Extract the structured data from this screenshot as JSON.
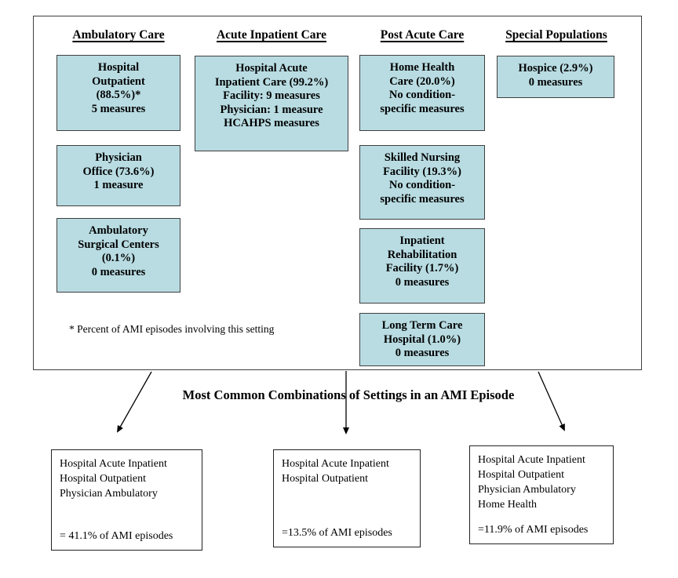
{
  "figure": {
    "panel": {
      "columns": [
        {
          "title": "Ambulatory Care",
          "boxes": [
            {
              "lines": [
                "Hospital",
                "Outpatient",
                "(88.5%)*",
                "5 measures"
              ]
            },
            {
              "lines": [
                "Physician",
                "Office (73.6%)",
                "1 measure"
              ]
            },
            {
              "lines": [
                "Ambulatory",
                "Surgical Centers",
                "(0.1%)",
                "0 measures"
              ]
            }
          ]
        },
        {
          "title": "Acute Inpatient Care",
          "boxes": [
            {
              "lines": [
                "Hospital Acute",
                "Inpatient Care (99.2%)",
                "Facility: 9 measures",
                "Physician: 1 measure",
                "HCAHPS measures"
              ]
            }
          ]
        },
        {
          "title": "Post Acute Care",
          "boxes": [
            {
              "lines": [
                "Home Health",
                "Care (20.0%)",
                "No condition-",
                "specific measures"
              ]
            },
            {
              "lines": [
                "Skilled Nursing",
                "Facility (19.3%)",
                "No condition-",
                "specific measures"
              ]
            },
            {
              "lines": [
                "Inpatient",
                "Rehabilitation",
                "Facility (1.7%)",
                "0 measures"
              ]
            },
            {
              "lines": [
                "Long Term Care",
                "Hospital (1.0%)",
                "0 measures"
              ]
            }
          ]
        },
        {
          "title": "Special Populations",
          "boxes": [
            {
              "lines": [
                "Hospice (2.9%)",
                "0 measures"
              ]
            }
          ]
        }
      ],
      "footnote": "* Percent of AMI episodes involving this setting"
    },
    "combinations": {
      "heading": "Most Common Combinations of Settings in an AMI Episode",
      "boxes": [
        {
          "settings": [
            "Hospital Acute Inpatient",
            "Hospital Outpatient",
            "Physician Ambulatory"
          ],
          "share": "= 41.1% of AMI episodes"
        },
        {
          "settings": [
            "Hospital Acute Inpatient",
            "Hospital Outpatient"
          ],
          "share": "=13.5% of AMI episodes"
        },
        {
          "settings": [
            "Hospital Acute Inpatient",
            "Hospital Outpatient",
            "Physician Ambulatory",
            "Home Health"
          ],
          "share": "=11.9% of AMI episodes"
        }
      ]
    },
    "colors": {
      "setting_box_fill": "#b8dce2",
      "box_border": "#3f3f3f",
      "text": "#000000"
    }
  }
}
